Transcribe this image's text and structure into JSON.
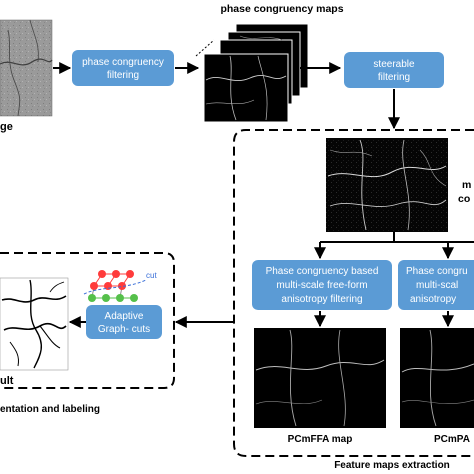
{
  "labels": {
    "input_image_caption": "ge",
    "phase_congruency_maps_title": "phase congruency maps",
    "feature_maps_extraction": "Feature maps extraction",
    "segmentation_and_labeling": "entation and labeling",
    "result_caption": "ult",
    "maps_label_line1": "m",
    "maps_label_line2": "co",
    "pcmffa_map_caption": "PCmFFA map",
    "pcmpa_map_caption": "PCmPA",
    "cut_label": "cut"
  },
  "boxes": {
    "phase_congruency_filtering_line1": "phase congruency",
    "phase_congruency_filtering_line2": "filtering",
    "steerable_filtering_line1": "steerable",
    "steerable_filtering_line2": "filtering",
    "adaptive_graph_cuts_line1": "Adaptive",
    "adaptive_graph_cuts_line2": "Graph- cuts",
    "pc_free_form_line1": "Phase congruency based",
    "pc_free_form_line2": "multi-scale free-form",
    "pc_free_form_line3": "anisotropy filtering",
    "pc_right_line1": "Phase congru",
    "pc_right_line2": "multi-scal",
    "pc_right_line3": "anisotropy"
  },
  "colors": {
    "box_fill": "#5b9bd5",
    "box_text": "#ffffff",
    "arrow": "#000000",
    "node_red": "#ff3b3b",
    "node_green": "#55c04a",
    "cut_line": "#3a6fd8"
  }
}
